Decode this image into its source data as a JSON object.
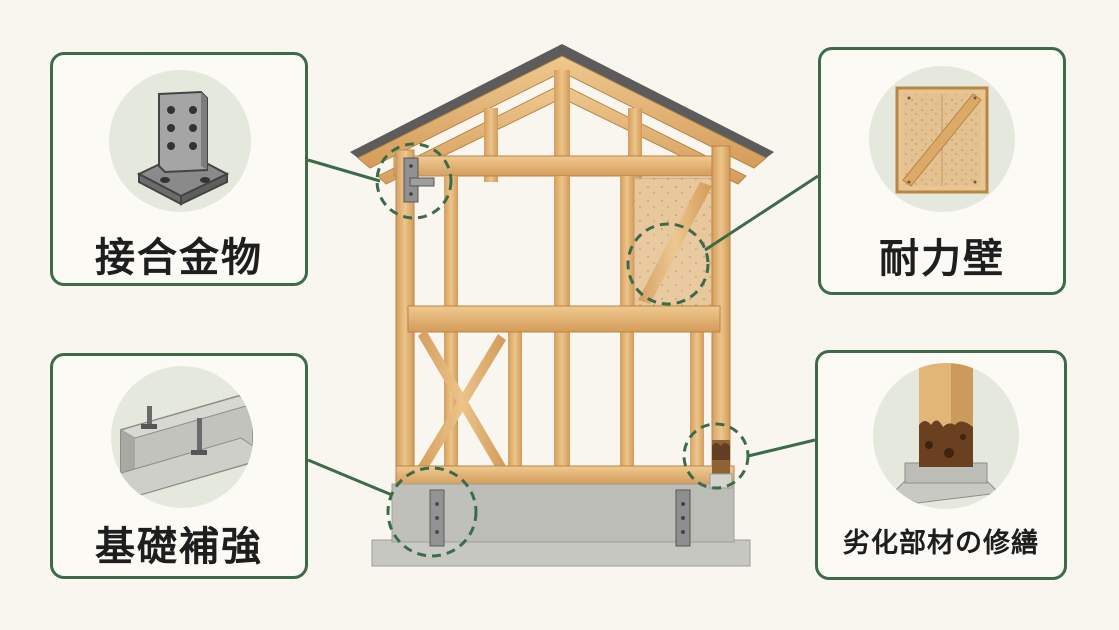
{
  "callouts": {
    "joint_hardware": {
      "label": "接合金物",
      "icon": "joint-bracket-icon"
    },
    "bearing_wall": {
      "label": "耐力壁",
      "icon": "braced-panel-icon"
    },
    "foundation_reinforcement": {
      "label": "基礎補強",
      "icon": "foundation-anchor-icon"
    },
    "deteriorated_member_repair": {
      "label": "劣化部材の修繕",
      "icon": "decayed-post-icon"
    }
  },
  "colors": {
    "accent": "#3d6b4a",
    "background": "#f8f6ef",
    "timber": "#e2b676",
    "concrete": "#bdbdb8"
  }
}
